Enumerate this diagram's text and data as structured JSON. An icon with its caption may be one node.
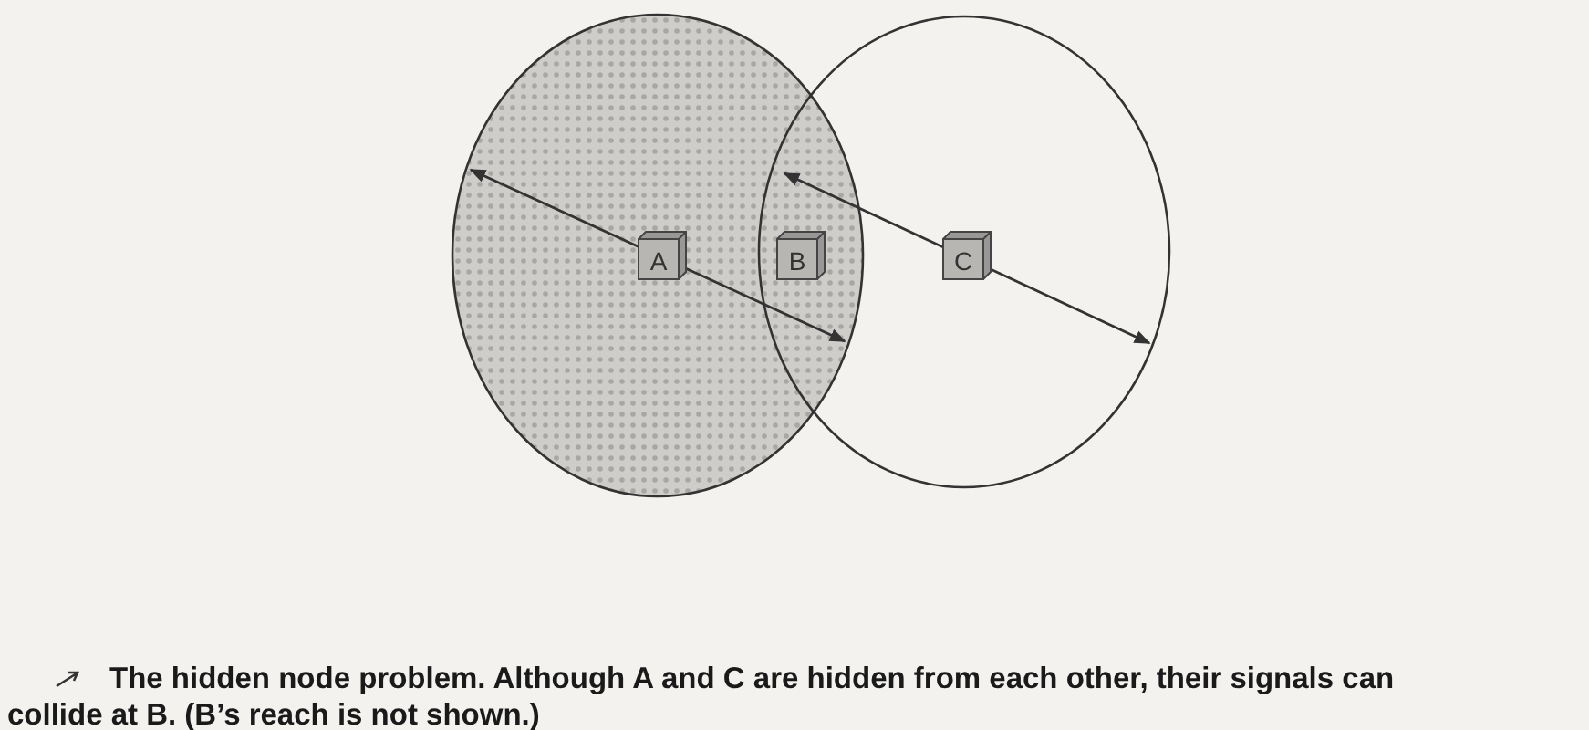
{
  "diagram": {
    "caption": "The hidden node problem. Although A and C are hidden from each other, their signals can collide at B. (B’s reach is not shown.)",
    "nodes": [
      {
        "text": [],
        "shape": "circle"
      },
      {
        "text": [
          "A"
        ],
        "in": 0
      },
      {
        "text": [],
        "shape": "circle"
      },
      {
        "text": [
          "B"
        ]
      },
      {
        "text": [
          "C"
        ],
        "in": 2
      }
    ]
  }
}
